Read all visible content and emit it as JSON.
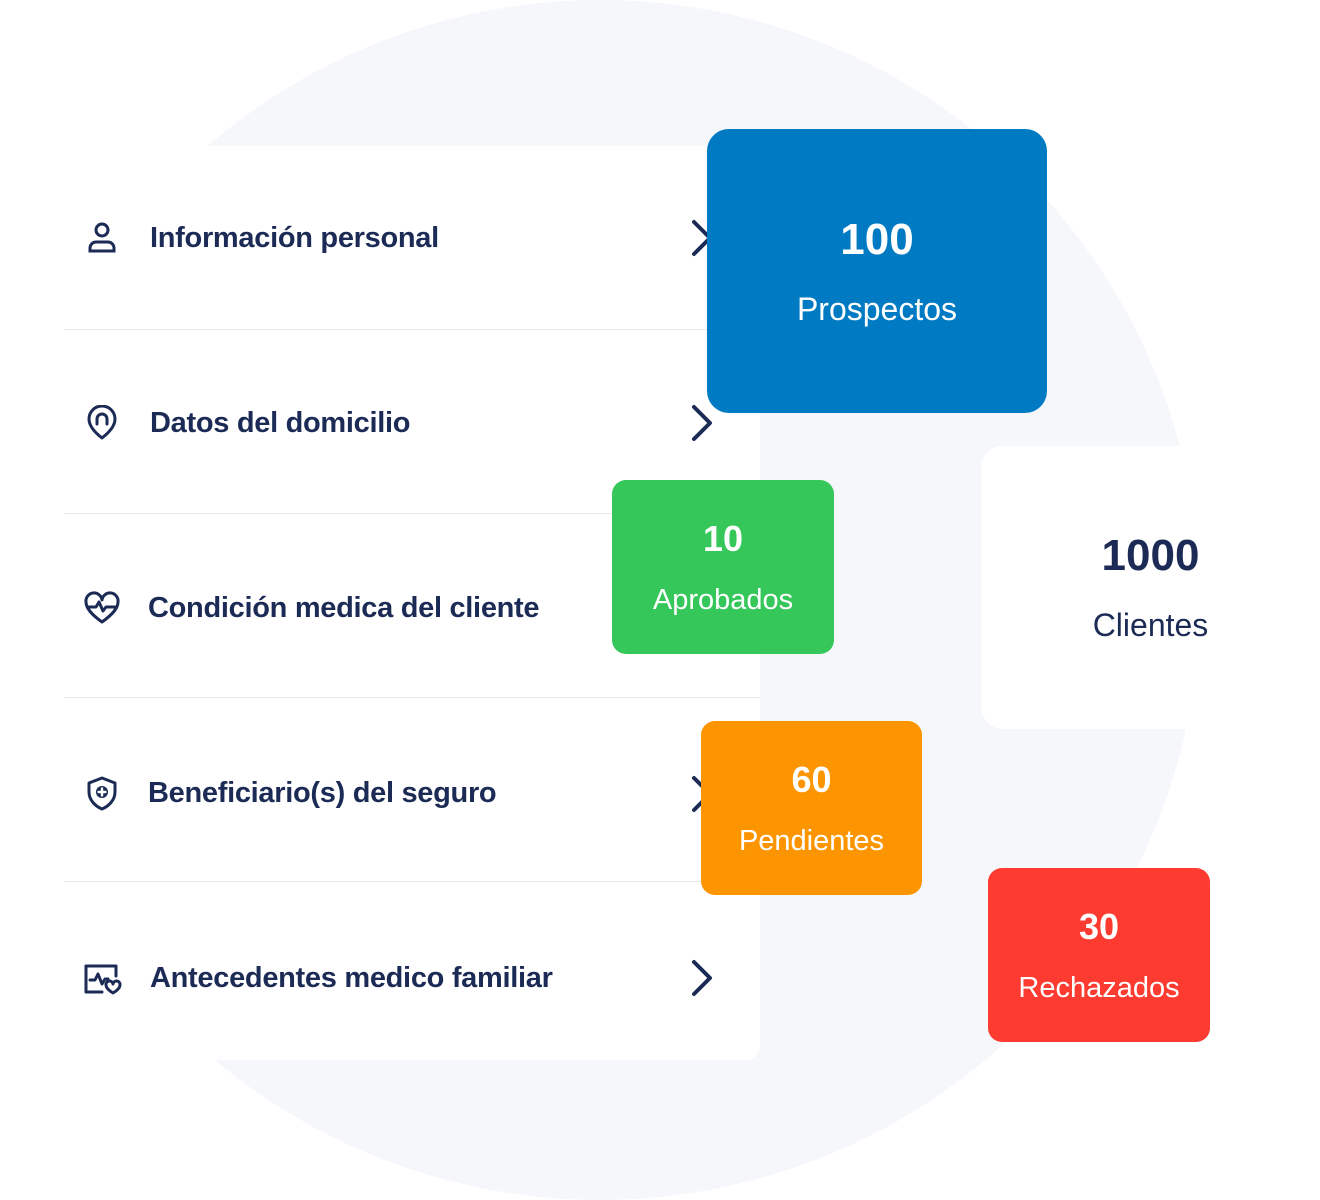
{
  "menu": {
    "items": [
      {
        "label": "Información personal",
        "icon": "user-icon"
      },
      {
        "label": "Datos del domicilio",
        "icon": "location-pin-icon"
      },
      {
        "label": "Condición medica del cliente",
        "icon": "heart-pulse-icon"
      },
      {
        "label": "Beneficiario(s) del seguro",
        "icon": "shield-plus-icon"
      },
      {
        "label": "Antecedentes medico familiar",
        "icon": "medical-history-icon"
      }
    ]
  },
  "stats": {
    "prospectos": {
      "value": "100",
      "label": "Prospectos",
      "color": "#007bc3"
    },
    "aprobados": {
      "value": "10",
      "label": "Aprobados",
      "color": "#35c75a"
    },
    "clientes": {
      "value": "1000",
      "label": "Clientes",
      "color": "#ffffff"
    },
    "pendientes": {
      "value": "60",
      "label": "Pendientes",
      "color": "#fd9500"
    },
    "rechazados": {
      "value": "30",
      "label": "Rechazados",
      "color": "#fe3b30"
    }
  },
  "colors": {
    "text_primary": "#1c2b55",
    "background_circle": "#f5f7fb"
  }
}
